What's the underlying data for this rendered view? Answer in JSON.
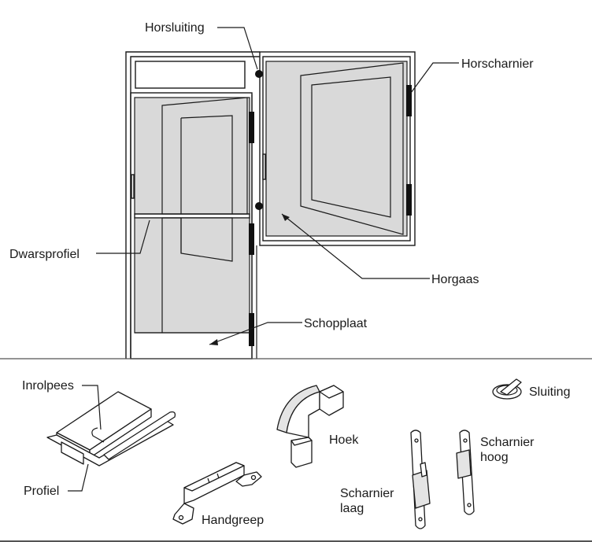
{
  "labels": {
    "horsluiting": "Horsluiting",
    "horscharnier": "Horscharnier",
    "dwarsprofiel": "Dwarsprofiel",
    "horgaas": "Horgaas",
    "schopplaat": "Schopplaat",
    "inrolpees": "Inrolpees",
    "profiel": "Profiel",
    "handgreep": "Handgreep",
    "hoek": "Hoek",
    "sluiting": "Sluiting",
    "scharnier_hoog_1": "Scharnier",
    "scharnier_hoog_2": "hoog",
    "scharnier_laag_1": "Scharnier",
    "scharnier_laag_2": "laag"
  }
}
